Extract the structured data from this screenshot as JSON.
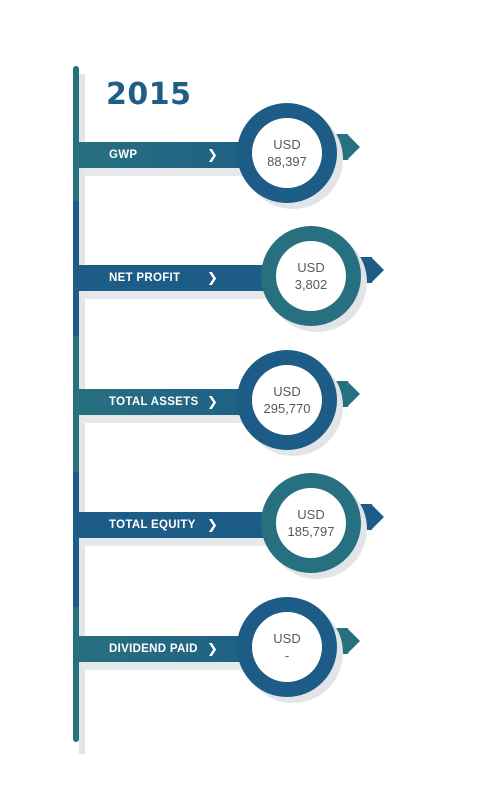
{
  "year": "2015",
  "colors": {
    "navy": "#1c5c86",
    "teal": "#27707f"
  },
  "items": [
    {
      "label": "GWP",
      "currency": "USD",
      "value": "88,397",
      "circle_variant": "navy"
    },
    {
      "label": "NET PROFIT",
      "currency": "USD",
      "value": "3,802",
      "circle_variant": "teal"
    },
    {
      "label": "TOTAL ASSETS",
      "currency": "USD",
      "value": "295,770",
      "circle_variant": "navy"
    },
    {
      "label": "TOTAL EQUITY",
      "currency": "USD",
      "value": "185,797",
      "circle_variant": "teal"
    },
    {
      "label": "DIVIDEND PAID",
      "currency": "USD",
      "value": "-",
      "circle_variant": "navy"
    }
  ]
}
